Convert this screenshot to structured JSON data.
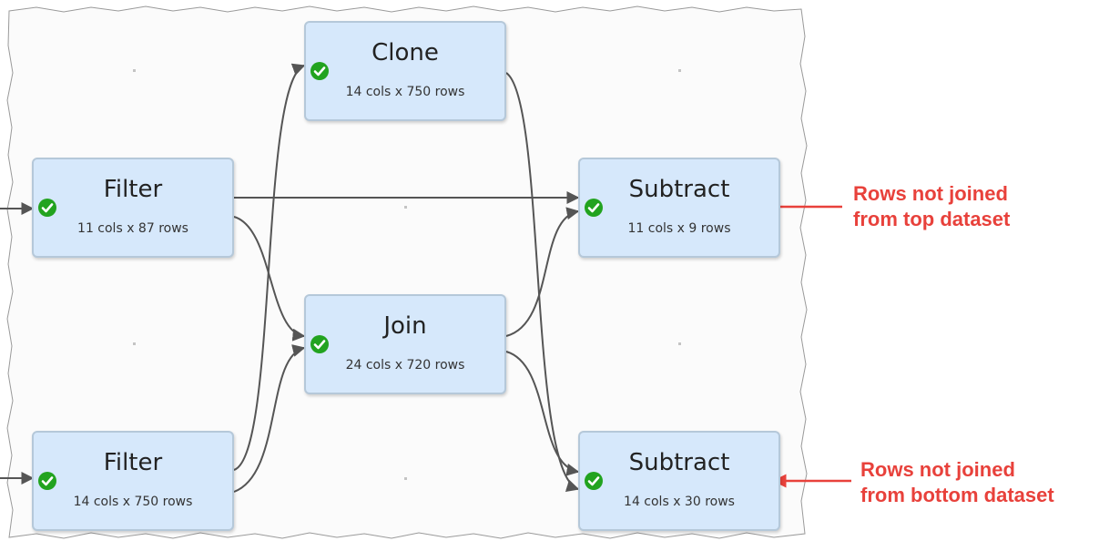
{
  "colors": {
    "node_fill": "#d6e8fb",
    "node_border": "#b5c8d9",
    "edge": "#555555",
    "status_ok": "#22a31f",
    "annotation": "#e8413b"
  },
  "nodes": [
    {
      "id": "filter1",
      "title": "Filter",
      "subtitle": "11 cols x 87 rows",
      "status_icon": "check-circle-icon"
    },
    {
      "id": "filter2",
      "title": "Filter",
      "subtitle": "14 cols x 750 rows",
      "status_icon": "check-circle-icon"
    },
    {
      "id": "clone",
      "title": "Clone",
      "subtitle": "14 cols x 750 rows",
      "status_icon": "check-circle-icon"
    },
    {
      "id": "join",
      "title": "Join",
      "subtitle": "24 cols x 720 rows",
      "status_icon": "check-circle-icon"
    },
    {
      "id": "subtract1",
      "title": "Subtract",
      "subtitle": "11 cols x 9 rows",
      "status_icon": "check-circle-icon"
    },
    {
      "id": "subtract2",
      "title": "Subtract",
      "subtitle": "14 cols x 30 rows",
      "status_icon": "check-circle-icon"
    }
  ],
  "edges": [
    {
      "from": "input",
      "to": "filter1"
    },
    {
      "from": "input",
      "to": "filter2"
    },
    {
      "from": "filter1",
      "to": "subtract1"
    },
    {
      "from": "filter1",
      "to": "join"
    },
    {
      "from": "filter2",
      "to": "clone"
    },
    {
      "from": "filter2",
      "to": "join"
    },
    {
      "from": "clone",
      "to": "subtract2"
    },
    {
      "from": "join",
      "to": "subtract1"
    },
    {
      "from": "join",
      "to": "subtract2"
    }
  ],
  "annotations": [
    {
      "line1": "Rows not joined",
      "line2": "from top dataset"
    },
    {
      "line1": "Rows not joined",
      "line2": "from bottom dataset"
    }
  ]
}
